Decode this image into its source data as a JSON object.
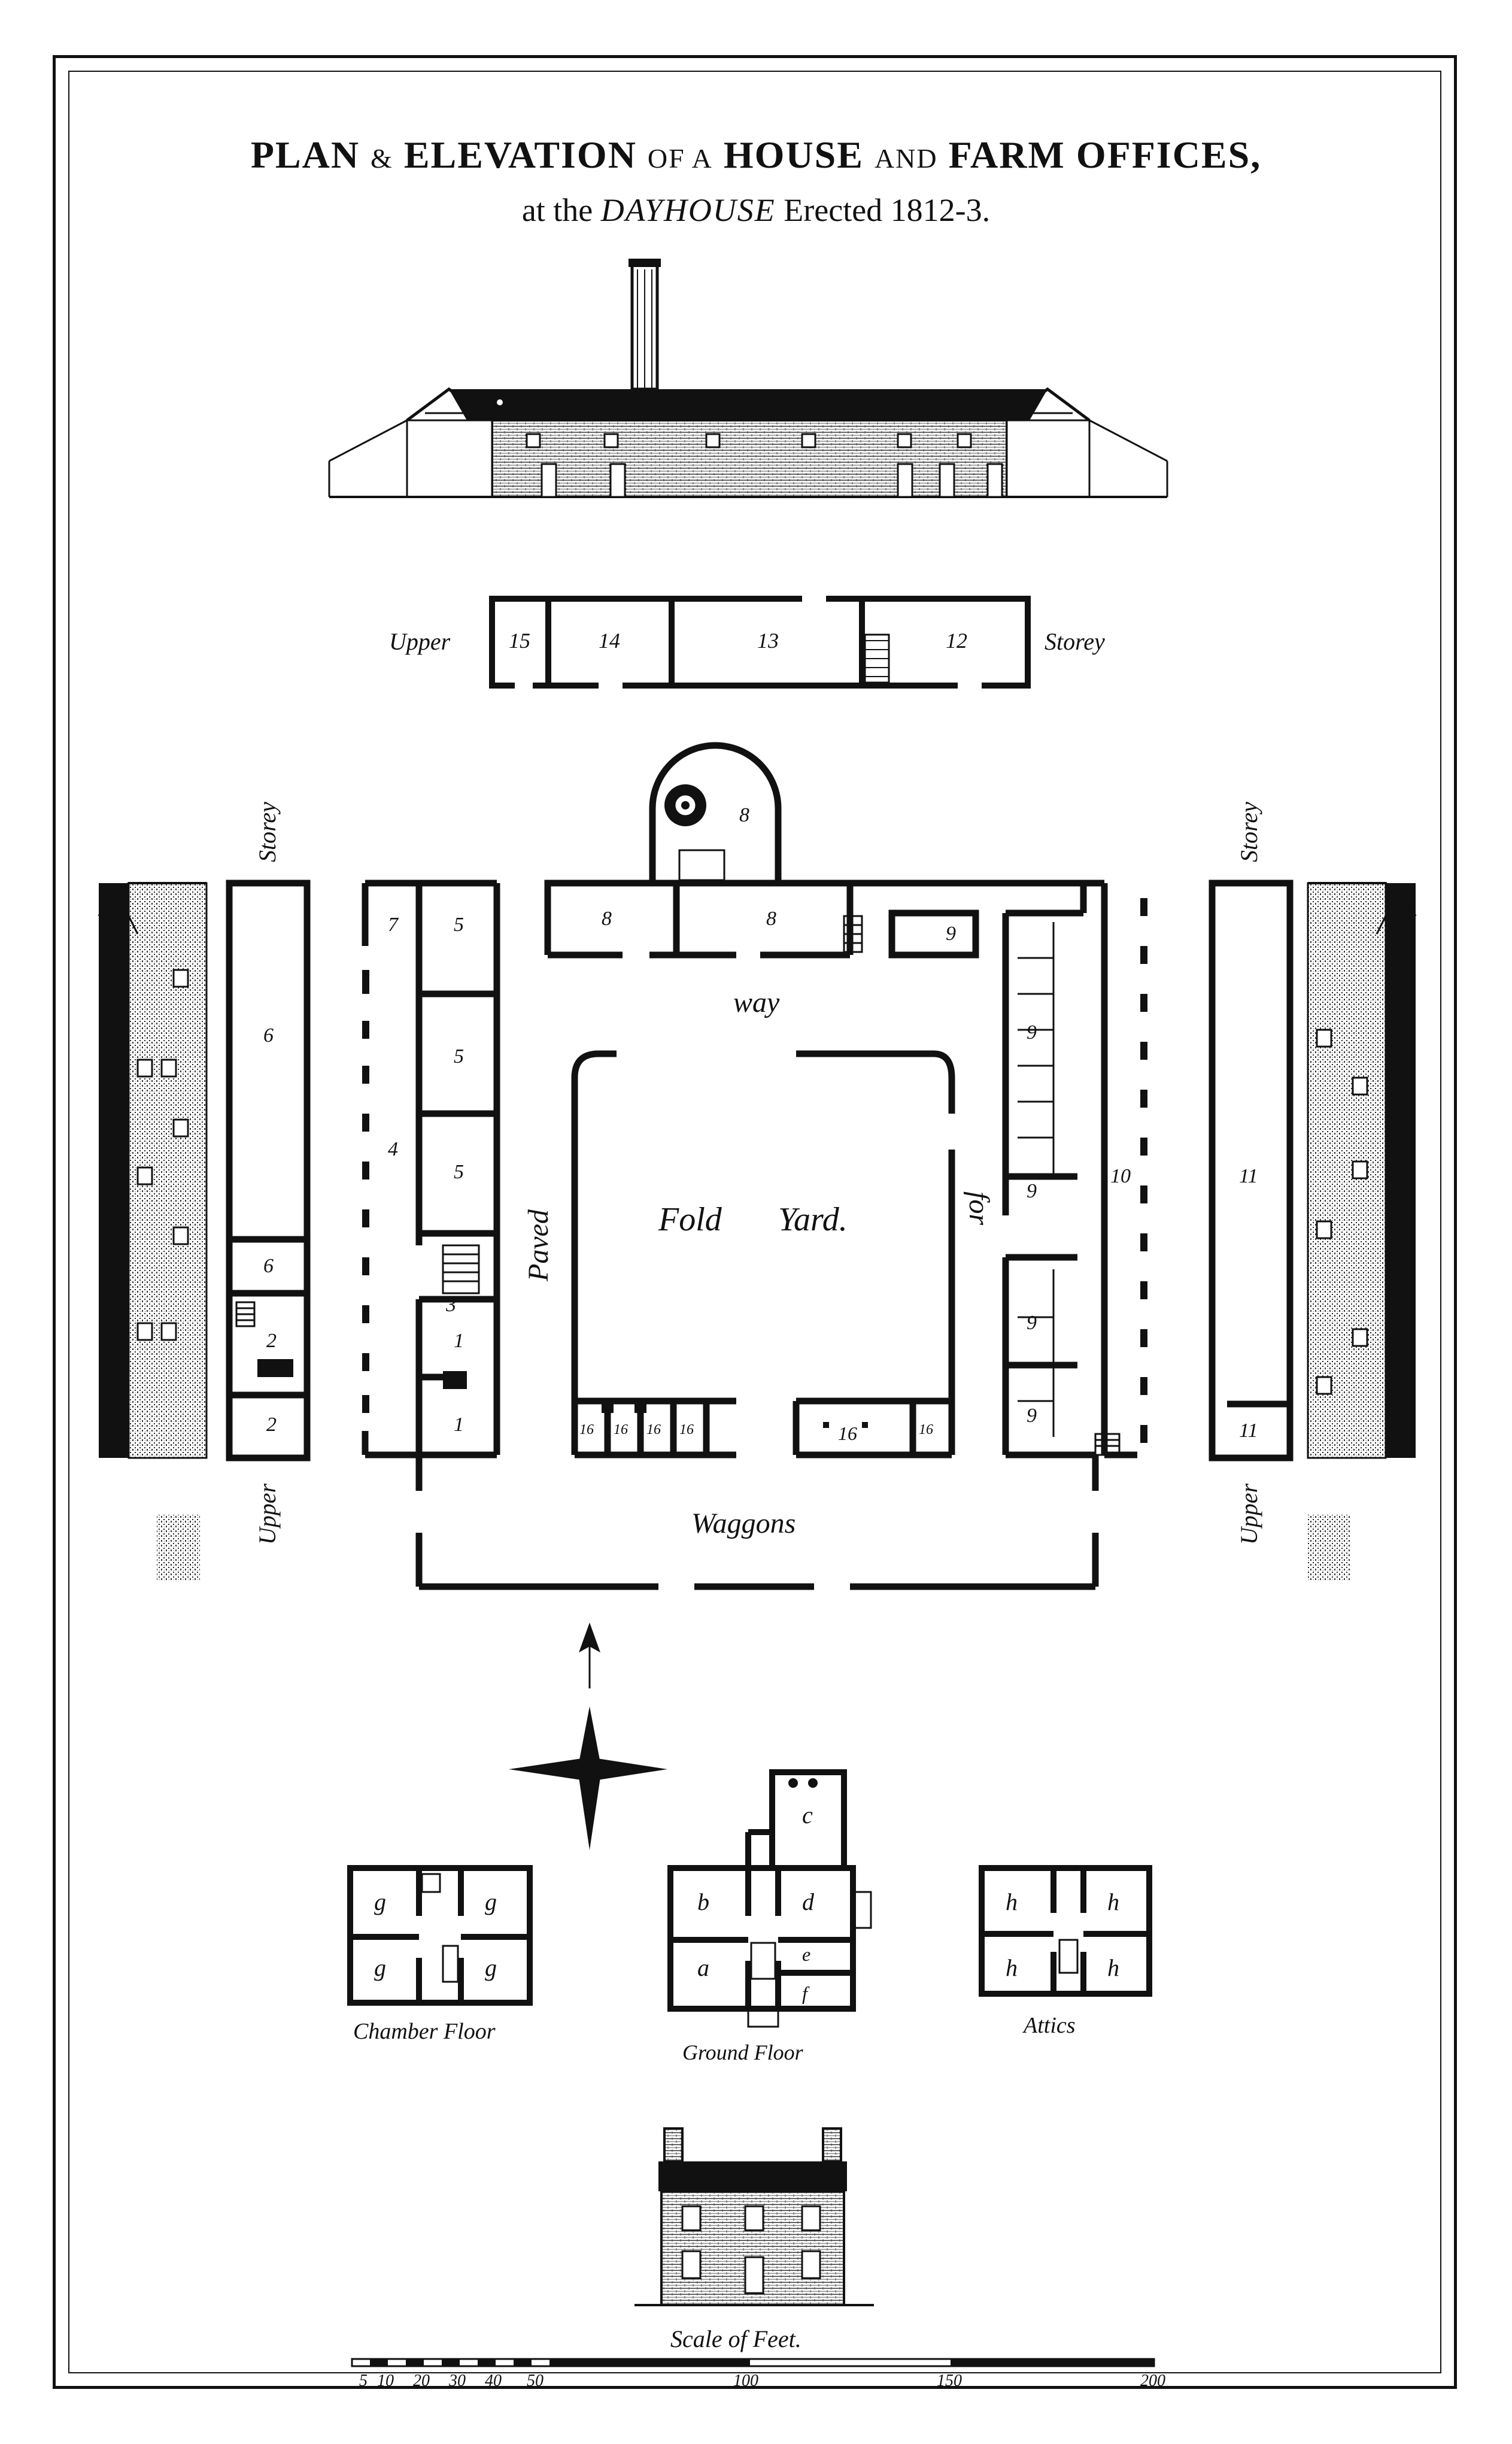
{
  "title": {
    "part1": "PLAN",
    "amp": "&",
    "part2": "ELEVATION",
    "of_a": "OF A",
    "part3": "HOUSE",
    "and": "AND",
    "part4": "FARM OFFICES,"
  },
  "subtitle": {
    "prefix": "at the",
    "place": "DAYHOUSE",
    "suffix": "Erected 1812-3."
  },
  "upper_storey": {
    "left_label": "Upper",
    "right_label": "Storey",
    "rooms": [
      "15",
      "14",
      "13",
      "12"
    ]
  },
  "side_labels": {
    "storey_left": "Storey",
    "upper_left": "Upper",
    "storey_right": "Storey",
    "upper_right": "Upper"
  },
  "rooms": {
    "r8_round": "8",
    "r8a": "8",
    "r8b": "8",
    "r7": "7",
    "r5a": "5",
    "r5b": "5",
    "r5c": "5",
    "r3": "3",
    "r1a": "1",
    "r1b": "1",
    "r4": "4",
    "r6a": "6",
    "r6b": "6",
    "r2a": "2",
    "r2b": "2",
    "r9a": "9",
    "r9b": "9",
    "r9c": "9",
    "r9d": "9",
    "r9e": "9",
    "r10": "10",
    "r11a": "11",
    "r11b": "11",
    "r16": [
      "16",
      "16",
      "16",
      "16",
      "16",
      "16"
    ]
  },
  "yard": {
    "fold_yard_1": "Fold",
    "fold_yard_2": "Yard.",
    "way": "way",
    "paved": "Paved",
    "for": "for",
    "waggons": "Waggons"
  },
  "house_plans": {
    "chamber": {
      "label": "Chamber Floor",
      "rooms": [
        "g",
        "g",
        "g",
        "g"
      ]
    },
    "ground": {
      "label": "Ground Floor",
      "rooms": [
        "a",
        "b",
        "c",
        "d",
        "e",
        "f"
      ]
    },
    "attics": {
      "label": "Attics",
      "rooms": [
        "h",
        "h",
        "h",
        "h"
      ]
    }
  },
  "scale": {
    "label": "Scale of Feet.",
    "ticks": [
      "5",
      "10",
      "20",
      "30",
      "40",
      "50",
      "100",
      "150",
      "200"
    ]
  }
}
